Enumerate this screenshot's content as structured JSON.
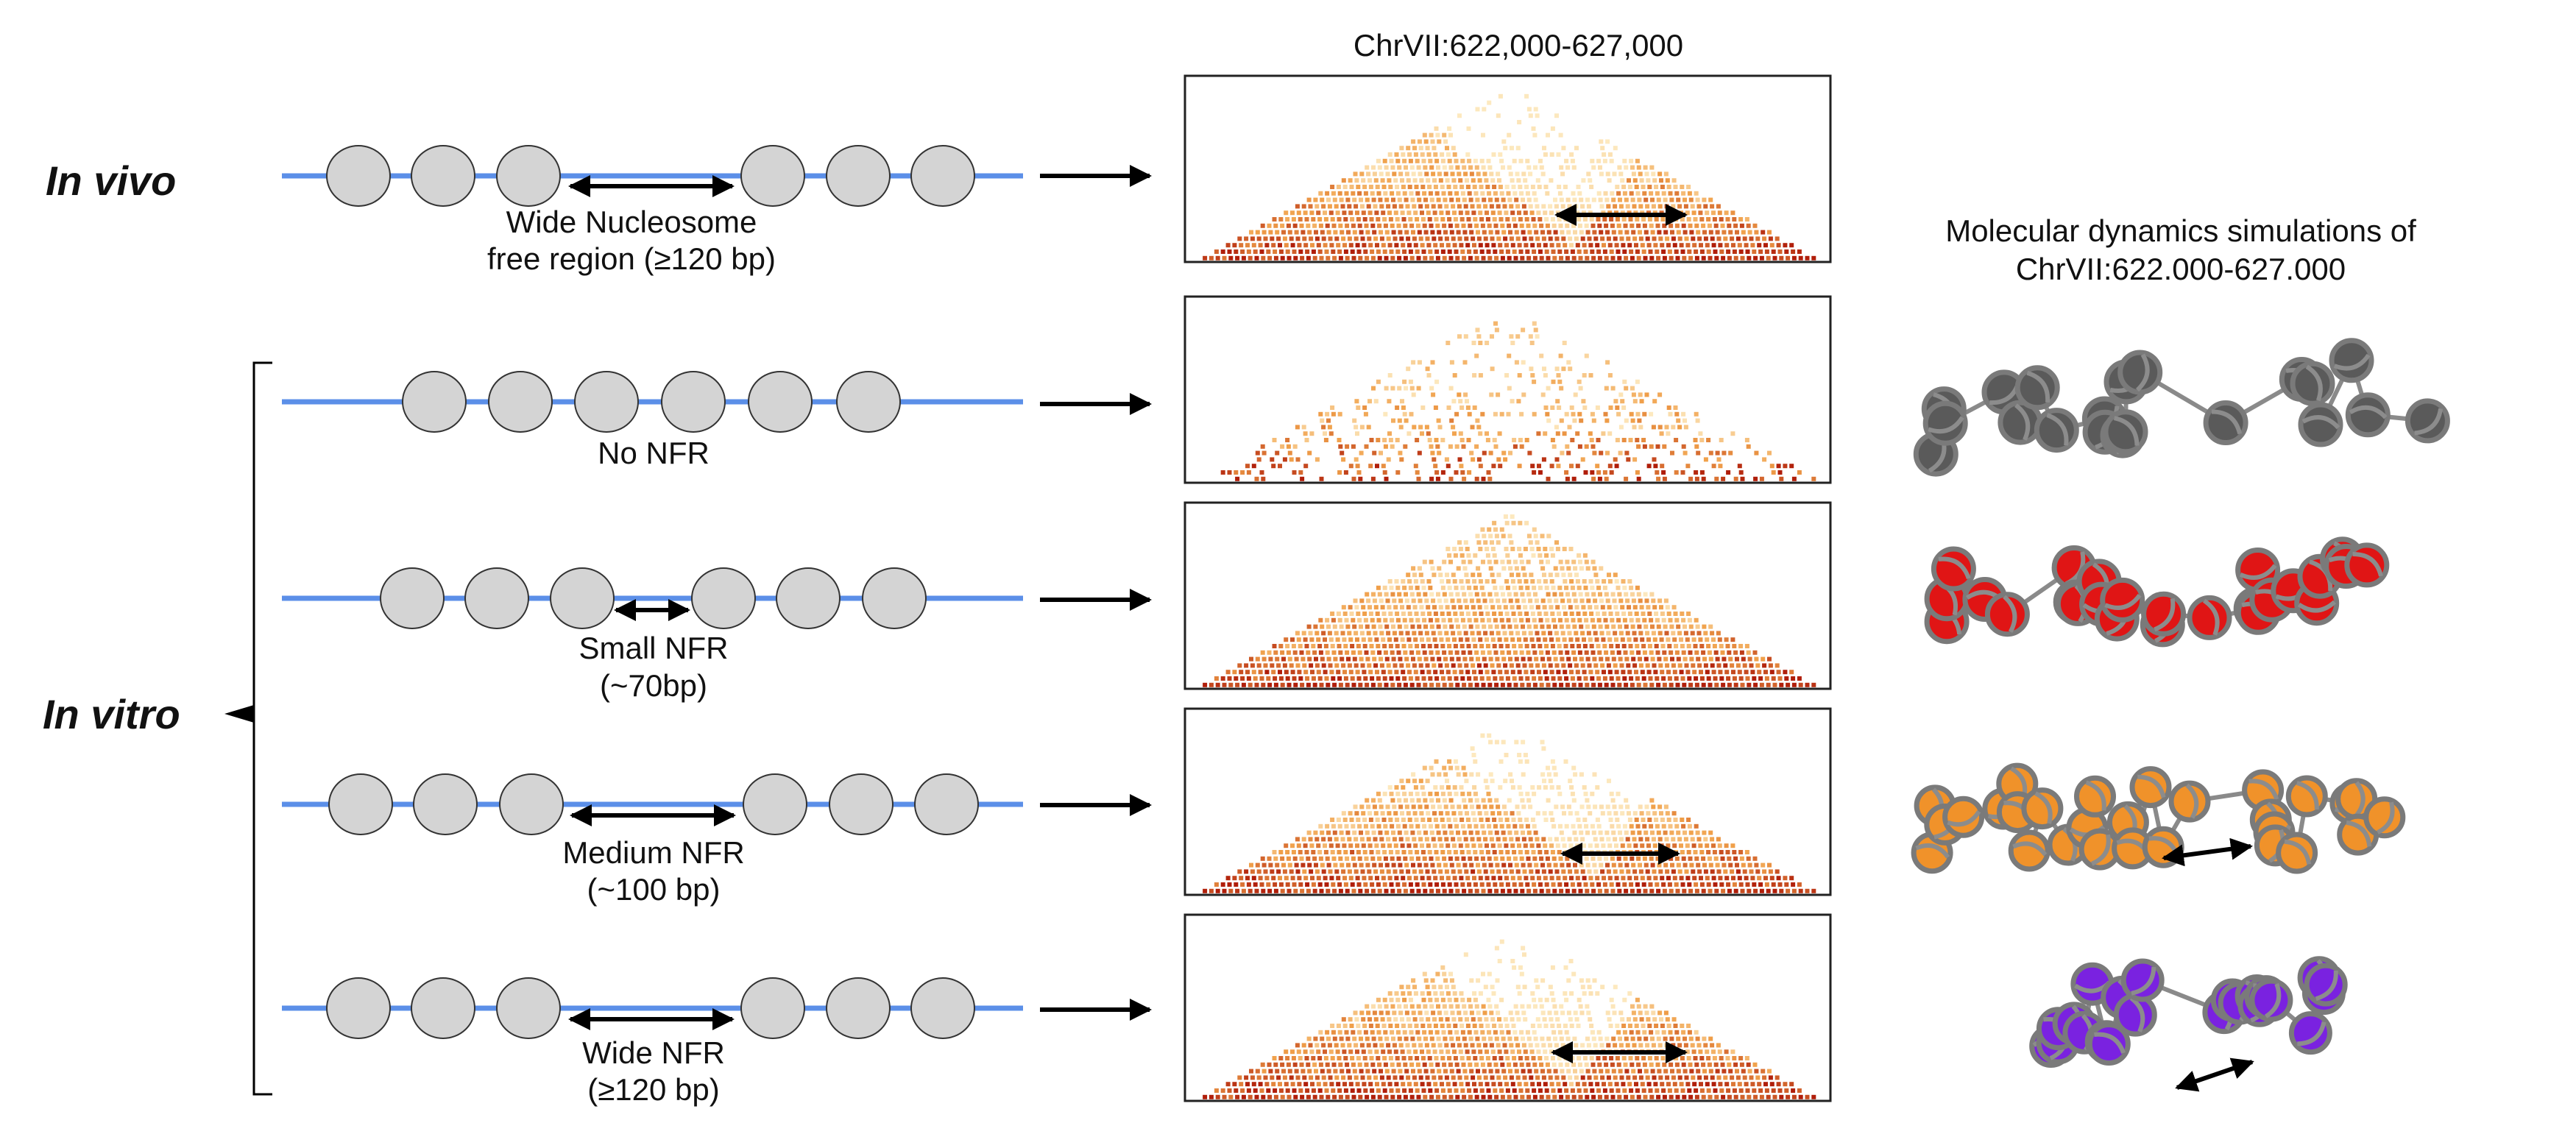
{
  "header": {
    "locus": "ChrVII:622,000-627,000",
    "md_title_line1": "Molecular dynamics simulations of",
    "md_title_line2": "ChrVII:622.000-627.000"
  },
  "conditions": {
    "in_vivo": "In vivo",
    "in_vitro": "In vitro"
  },
  "rows": [
    {
      "label_line1": "Wide Nucleosome",
      "label_line2": "free region (≥120 bp)",
      "nfr": "wide",
      "sim_color": ""
    },
    {
      "label_line1": "No NFR",
      "label_line2": "",
      "nfr": "none",
      "sim_color": "#5a5a5a"
    },
    {
      "label_line1": "Small NFR",
      "label_line2": "(~70bp)",
      "nfr": "small",
      "sim_color": "#e01515"
    },
    {
      "label_line1": "Medium NFR",
      "label_line2": "(~100 bp)",
      "nfr": "medium",
      "sim_color": "#f0922a"
    },
    {
      "label_line1": "Wide NFR",
      "label_line2": "(≥120 bp)",
      "nfr": "wide",
      "sim_color": "#7a22e0"
    }
  ],
  "colors": {
    "dna": "#5b8fe8",
    "nucleosome": "#d4d4d4",
    "heatmap_low": "#fff7d6",
    "heatmap_mid": "#f0a04a",
    "heatmap_high": "#b01e0a",
    "linker": "#8a8a8a"
  }
}
